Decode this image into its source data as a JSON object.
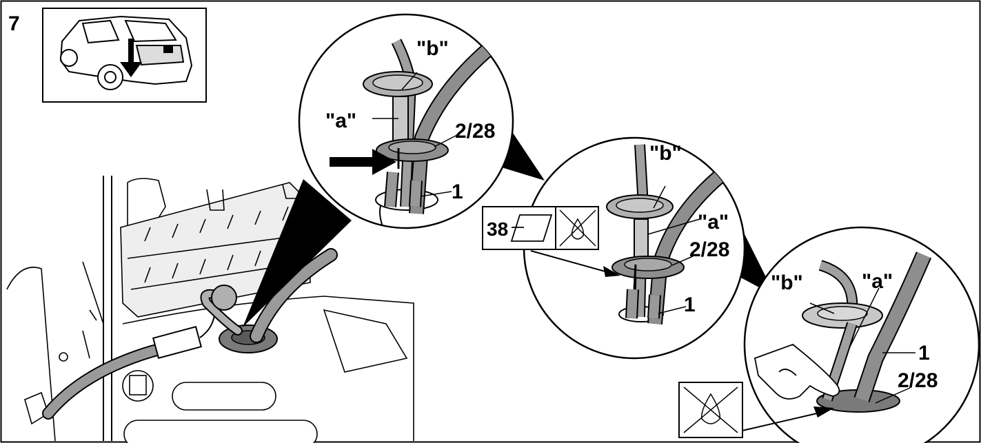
{
  "step_number": "7",
  "callouts": {
    "detail1": {
      "b": "\"b\"",
      "a": "\"a\"",
      "part": "2/28",
      "cable": "1"
    },
    "detail2": {
      "b": "\"b\"",
      "a": "\"a\"",
      "part": "2/28",
      "cable": "1"
    },
    "detail3": {
      "b": "\"b\"",
      "a": "\"a\"",
      "part": "2/28",
      "cable": "1"
    }
  },
  "symbol_box": {
    "number": "38"
  },
  "icons": {
    "car": "rear-suv-icon",
    "cloth": "cleaning-cloth-icon",
    "no_solvent": "no-solvent-icon",
    "no_solvent_bottom": "no-solvent-icon"
  }
}
